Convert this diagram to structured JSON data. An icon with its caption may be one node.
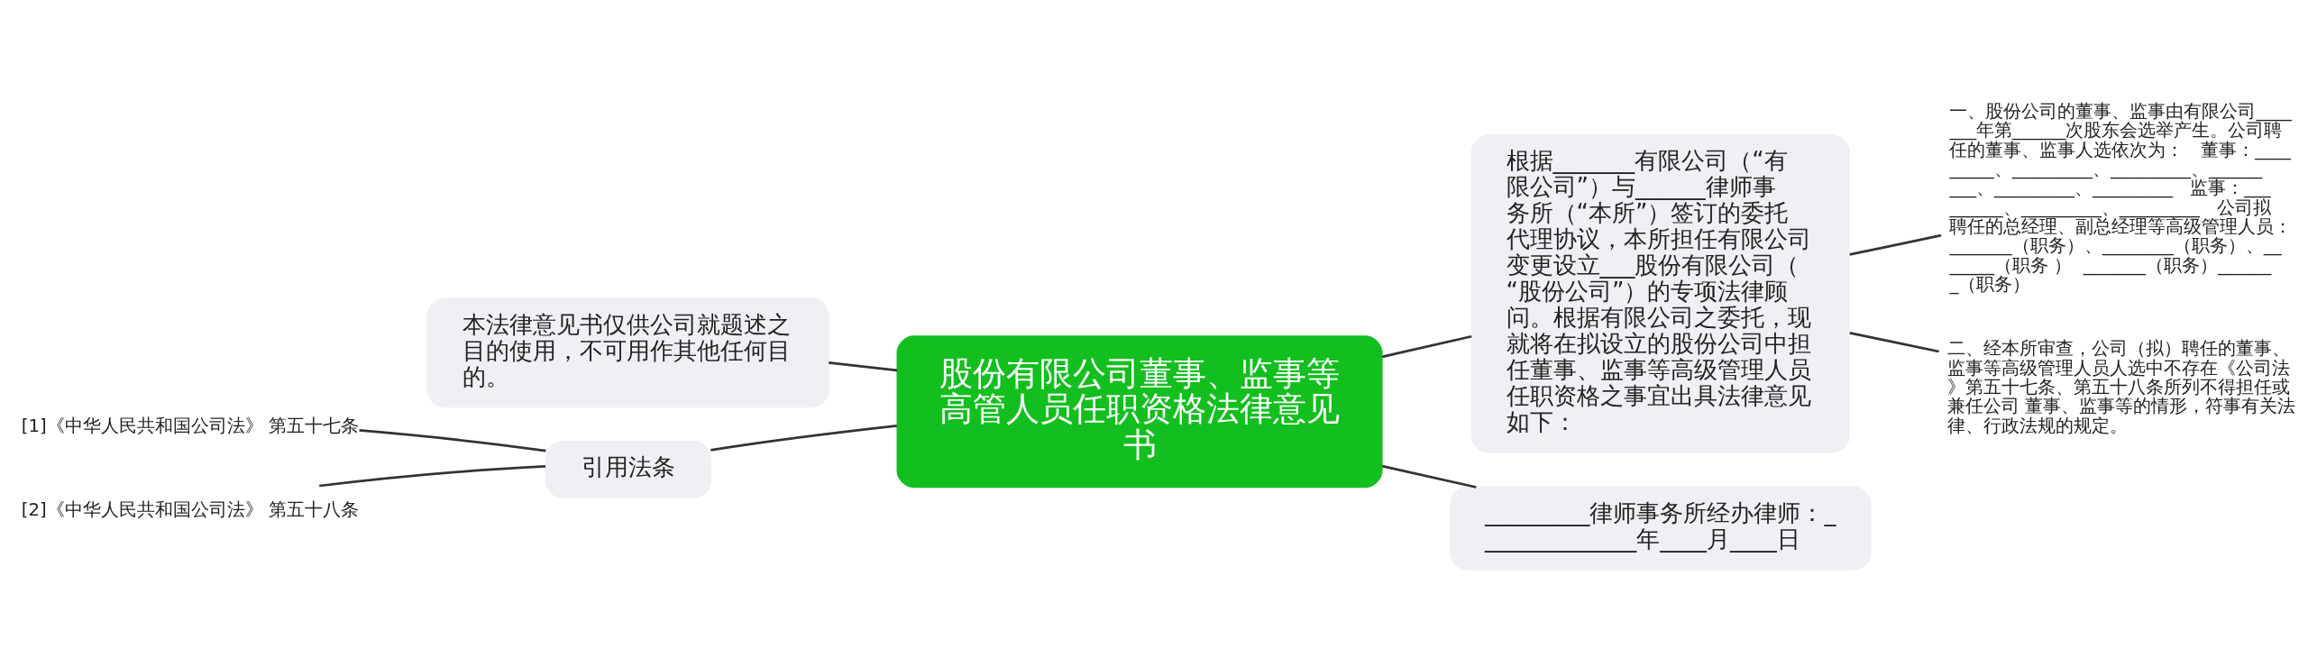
{
  "diagram": {
    "nodes": [
      {
        "text": [
          "股份有限公司董事、监事等高管人员任职资格法律意见书"
        ]
      },
      {
        "text": [
          "本法律意见书仅供公司就题述之目的使用，不可用作其他任何目的。"
        ]
      },
      {
        "text": [
          "引用法条"
        ]
      },
      {
        "text": [
          "[1]《中华人民共和国公司法》 第五十七条"
        ]
      },
      {
        "text": [
          "[2]《中华人民共和国公司法》 第五十八条"
        ]
      },
      {
        "text": [
          "根据_______有限公司（“有限公司”）与______律师事务所（“本所”）签订的委托代理协议，本所担任有限公司变更设立___股份有限公司（“股份公司”）的专项法律顾问。根据有限公司之委托，现就将在拟设立的股份公司中担任董事、监事等高级管理人员任职资格之事宜出具法律意见如下："
        ]
      },
      {
        "text": [
          "一、股份公司的董事、监事由有限公司_______年第______次股东会选举产生。公司聘任的董事、监事人选依次为：   董事：_________、_________、_________、_________、_________、_________   监事：_________、_________、_________   公司拟聘任的总经理、副总经理等高级管理人员：_______（职务）、________（职务）、_______（职务 ）  _______（职务）_______（职务）"
        ]
      },
      {
        "text": [
          "二、经本所审查，公司（拟）聘任的董事、监事等高级管理人员人选中不存在《公司法》第五十七条、第五十八条所列不得担任或兼任公司 董事、监事等的情形，符事有关法律、行政法规的规定。"
        ]
      },
      {
        "text": [
          "_________律师事务所经办律师：______________年____月____日"
        ]
      }
    ],
    "edges": [
      {
        "from": 0,
        "to": 1,
        "arrow": "none"
      },
      {
        "from": 0,
        "to": 2,
        "arrow": "none"
      },
      {
        "from": 2,
        "to": 3,
        "arrow": "none"
      },
      {
        "from": 2,
        "to": 4,
        "arrow": "none"
      },
      {
        "from": 0,
        "to": 5,
        "arrow": "none"
      },
      {
        "from": 5,
        "to": 6,
        "arrow": "none"
      },
      {
        "from": 5,
        "to": 7,
        "arrow": "none"
      },
      {
        "from": 0,
        "to": 8,
        "arrow": "none"
      }
    ]
  }
}
